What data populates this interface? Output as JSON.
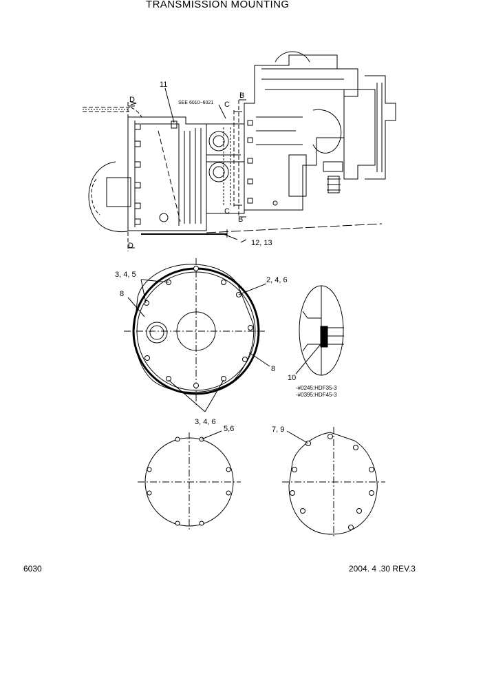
{
  "title": "TRANSMISSION MOUNTING",
  "page_number": "6030",
  "revision": "2004. 4 .30 REV.3",
  "callouts": {
    "c11": "11",
    "see_ref": "SEE 6010~6021",
    "d_top": "D",
    "d_bottom": "D",
    "b_top": "B",
    "b_bottom": "B",
    "c_top": "C",
    "c_bottom": "C",
    "c12_13": "12, 13",
    "c3_4_5": "3, 4, 5",
    "c2_4_6": "2, 4, 6",
    "c8_left": "8",
    "c8_right": "8",
    "c10": "10",
    "c3_4_6": "3, 4, 6",
    "c5_6": "5,6",
    "c7_9": "7, 9"
  },
  "serial_notes": [
    "-#0245:HDF35-3",
    "-#0395:HDF45-3"
  ]
}
